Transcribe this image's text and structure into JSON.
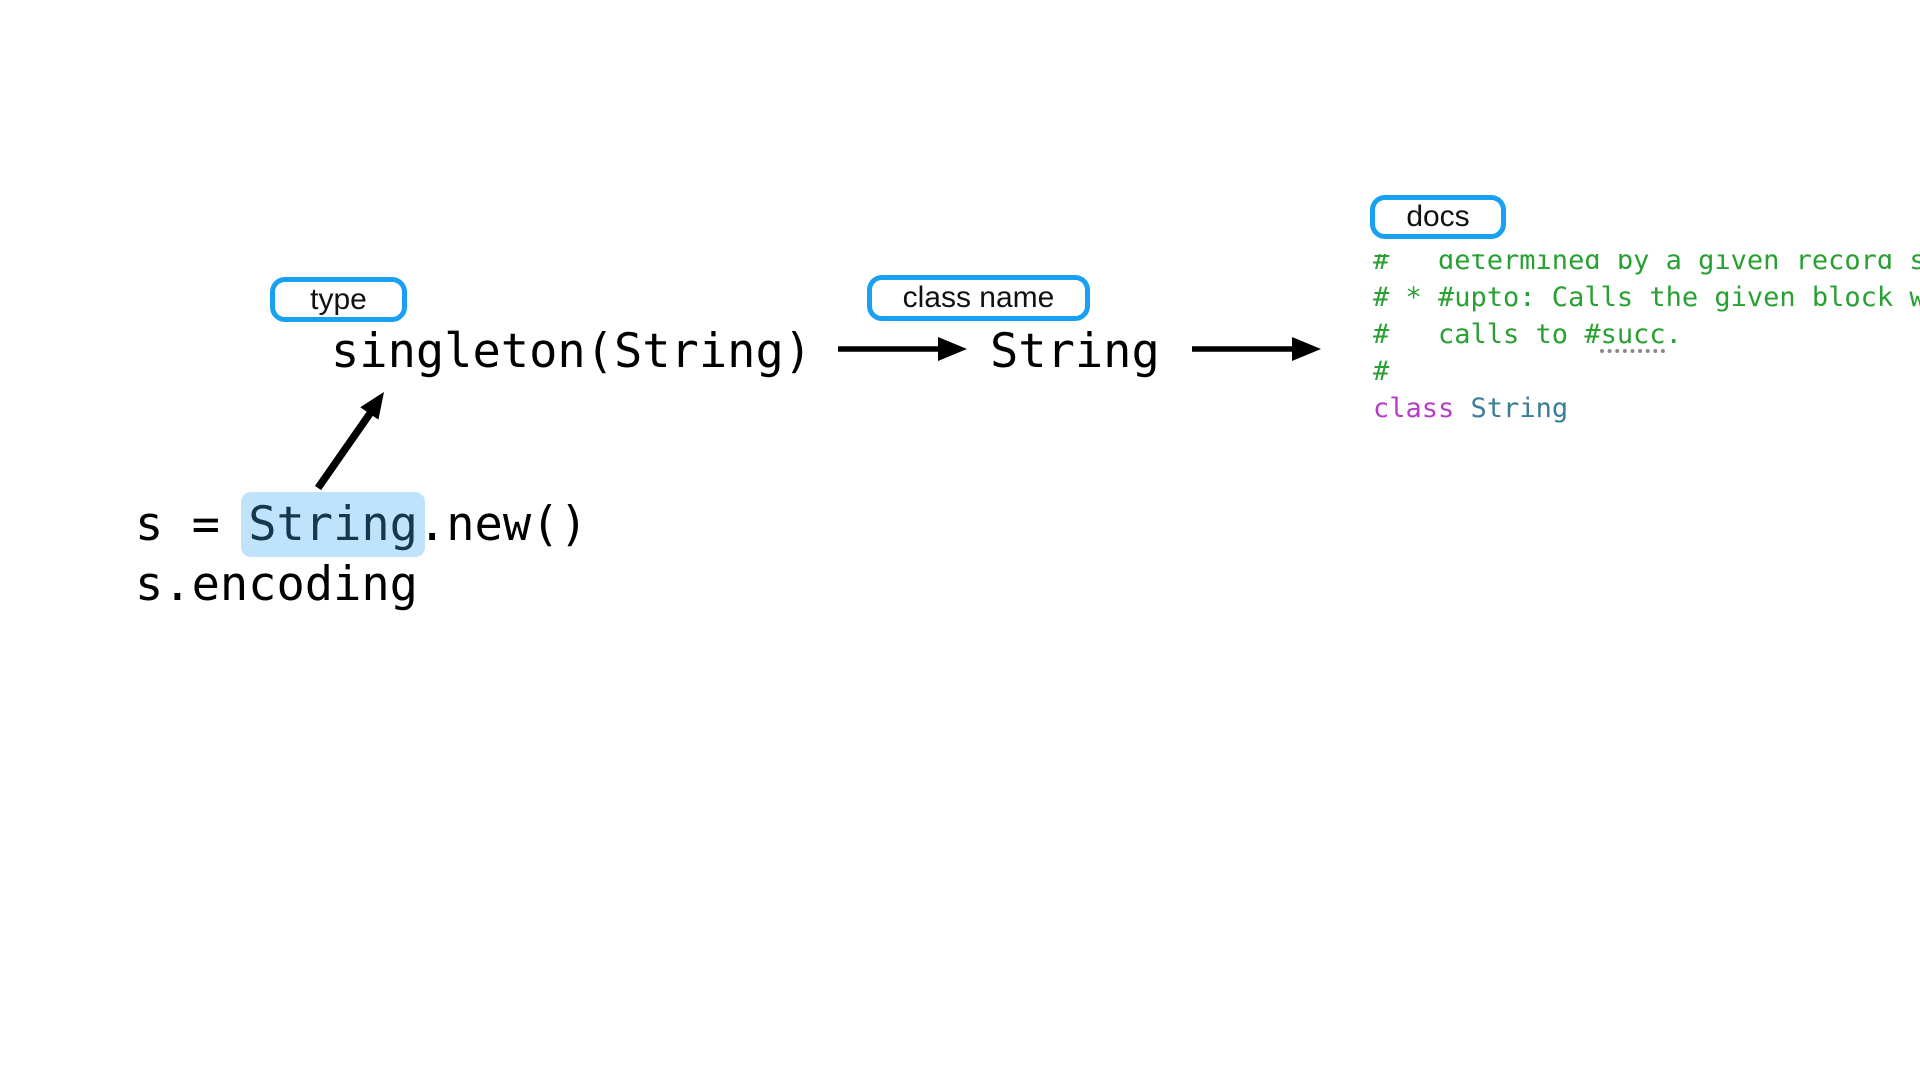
{
  "annotations": {
    "type_label": "type",
    "class_name_label": "class name",
    "docs_label": "docs"
  },
  "flow": {
    "type_expression": "singleton(String)",
    "class_name": "String"
  },
  "code_editor": {
    "line1_pre": "s = ",
    "line1_highlighted": "String",
    "line1_post": ".new()",
    "line2": "s.encoding"
  },
  "docs_popup": {
    "comment_line1": "#   determined by a given record s",
    "comment_line2": "# * #upto: Calls the given block w",
    "comment_line3_pre": "#   calls to #",
    "comment_line3_word": "succ",
    "comment_line3_post": ".",
    "comment_line4": "#",
    "declaration_keyword": "class",
    "declaration_name": "String"
  },
  "colors": {
    "accent_blue": "#18a0f2",
    "highlight_blue": "#bee3fb",
    "highlight_text_navy": "#16374e",
    "comment_green": "#28a032",
    "keyword_magenta": "#b93bc9",
    "class_teal": "#3a7c99",
    "arrow_black": "#000000",
    "spellcheck_gray": "#8a8a8a"
  }
}
